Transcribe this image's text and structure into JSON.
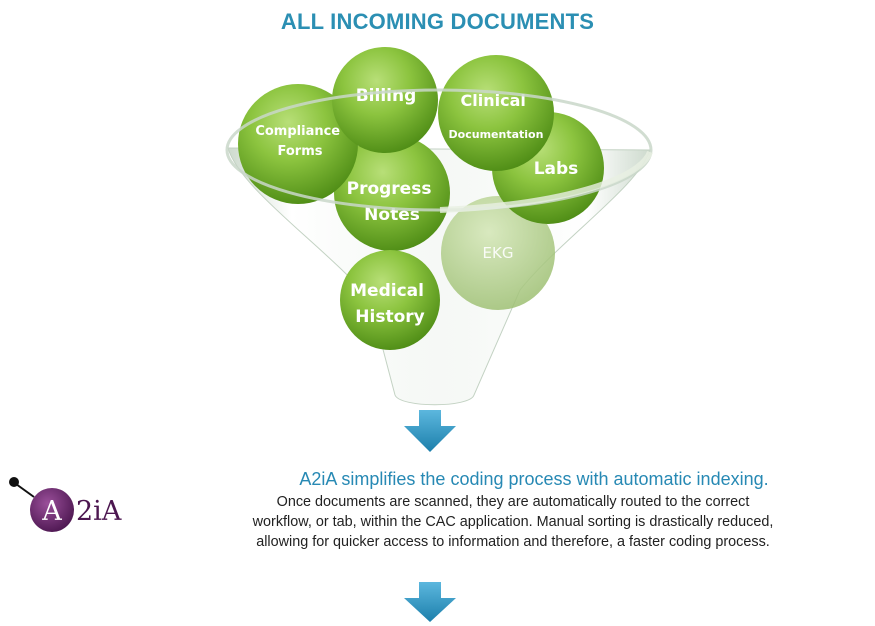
{
  "title": "ALL INCOMING DOCUMENTS",
  "bubbles": [
    {
      "id": "compliance-forms",
      "lines": [
        "Compliance",
        "Forms"
      ]
    },
    {
      "id": "billing",
      "lines": [
        "Billing"
      ]
    },
    {
      "id": "clinical-documentation",
      "lines": [
        "Clinical",
        "Documentation"
      ]
    },
    {
      "id": "labs",
      "lines": [
        "Labs"
      ]
    },
    {
      "id": "progress-notes",
      "lines": [
        "Progress",
        "Notes"
      ]
    },
    {
      "id": "ekg",
      "lines": [
        "EKG"
      ]
    },
    {
      "id": "medical-history",
      "lines": [
        "Medical",
        "History"
      ]
    }
  ],
  "logo": {
    "letter": "A",
    "text": "2iA"
  },
  "headline": "A2iA simplifies the coding process with automatic indexing.",
  "body_lines": [
    "Once documents are scanned, they are automatically routed to the correct",
    "workflow, or tab, within the CAC application. Manual sorting is drastically reduced,",
    "allowing for quicker access to information and therefore, a faster coding process."
  ],
  "colors": {
    "title": "#2b8fb3",
    "headline": "#2789b4",
    "bubble_light": "#9fd05a",
    "bubble_dark": "#5c9a1e",
    "arrow": "#2f97c2",
    "logo_circle": "#6a2a6b"
  }
}
